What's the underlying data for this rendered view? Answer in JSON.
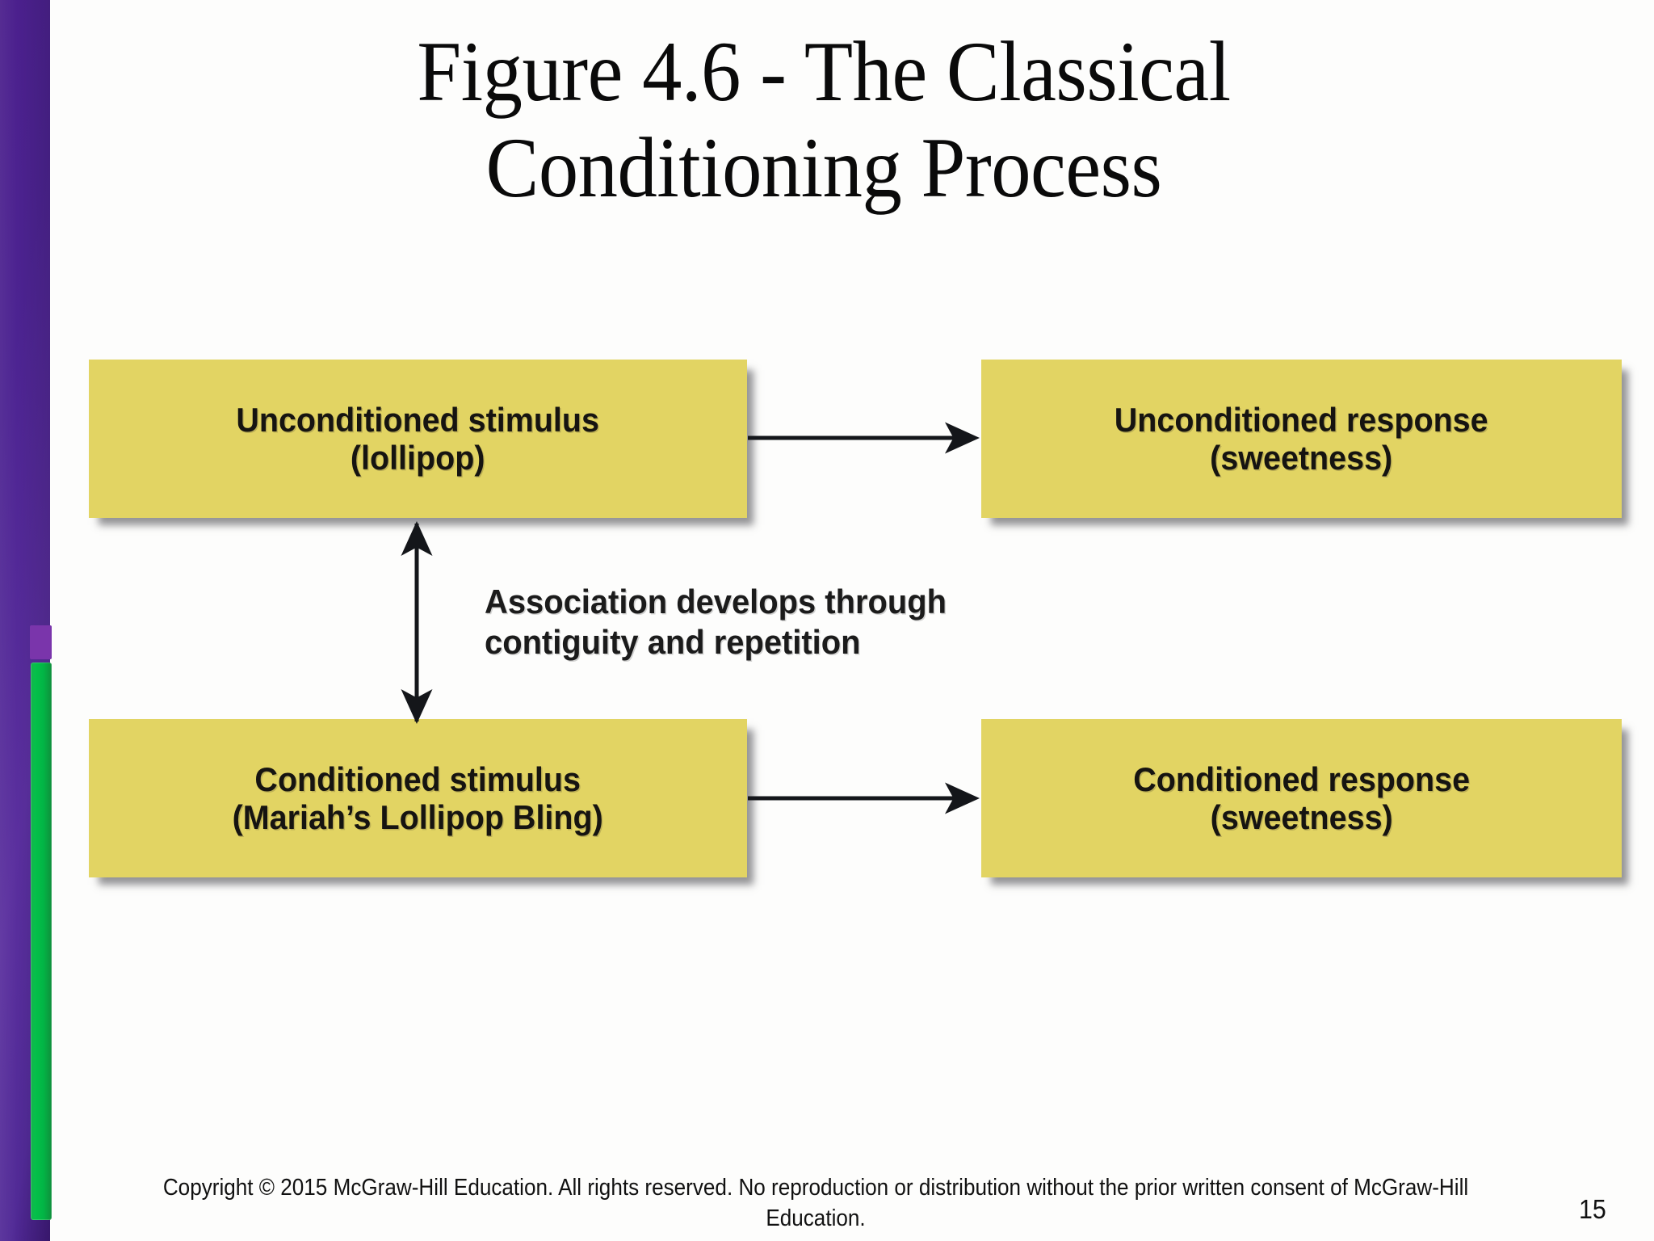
{
  "slide": {
    "title_line1": "Figure 4.6 - The Classical",
    "title_line2": "Conditioning Process",
    "page_number": "15",
    "footer_text": "Copyright © 2015 McGraw-Hill Education.  All rights reserved. No reproduction or distribution without the prior written consent of McGraw-Hill Education."
  },
  "theme": {
    "box_fill": "#e2d463",
    "sidebar_purple": "#4b1f8c",
    "sidebar_green": "#05c04a",
    "sidebar_chip": "#7a35ab",
    "text_color": "#161411",
    "background": "#fdfdfc"
  },
  "diagram": {
    "boxes": {
      "unconditioned_stimulus": {
        "line1": "Unconditioned stimulus",
        "line2": "(lollipop)"
      },
      "unconditioned_response": {
        "line1": "Unconditioned response",
        "line2": "(sweetness)"
      },
      "conditioned_stimulus": {
        "line1": "Conditioned stimulus",
        "line2": "(Mariah’s Lollipop Bling)"
      },
      "conditioned_response": {
        "line1": "Conditioned response",
        "line2": "(sweetness)"
      }
    },
    "association_label": {
      "line1": "Association develops through",
      "line2": "contiguity and repetition"
    },
    "connectors": [
      {
        "name": "us-to-ur",
        "type": "arrow-right",
        "from": "unconditioned_stimulus",
        "to": "unconditioned_response"
      },
      {
        "name": "cs-to-cr",
        "type": "arrow-right",
        "from": "conditioned_stimulus",
        "to": "conditioned_response"
      },
      {
        "name": "us-cs-association",
        "type": "arrow-double-vertical",
        "from": "unconditioned_stimulus",
        "to": "conditioned_stimulus"
      }
    ]
  }
}
